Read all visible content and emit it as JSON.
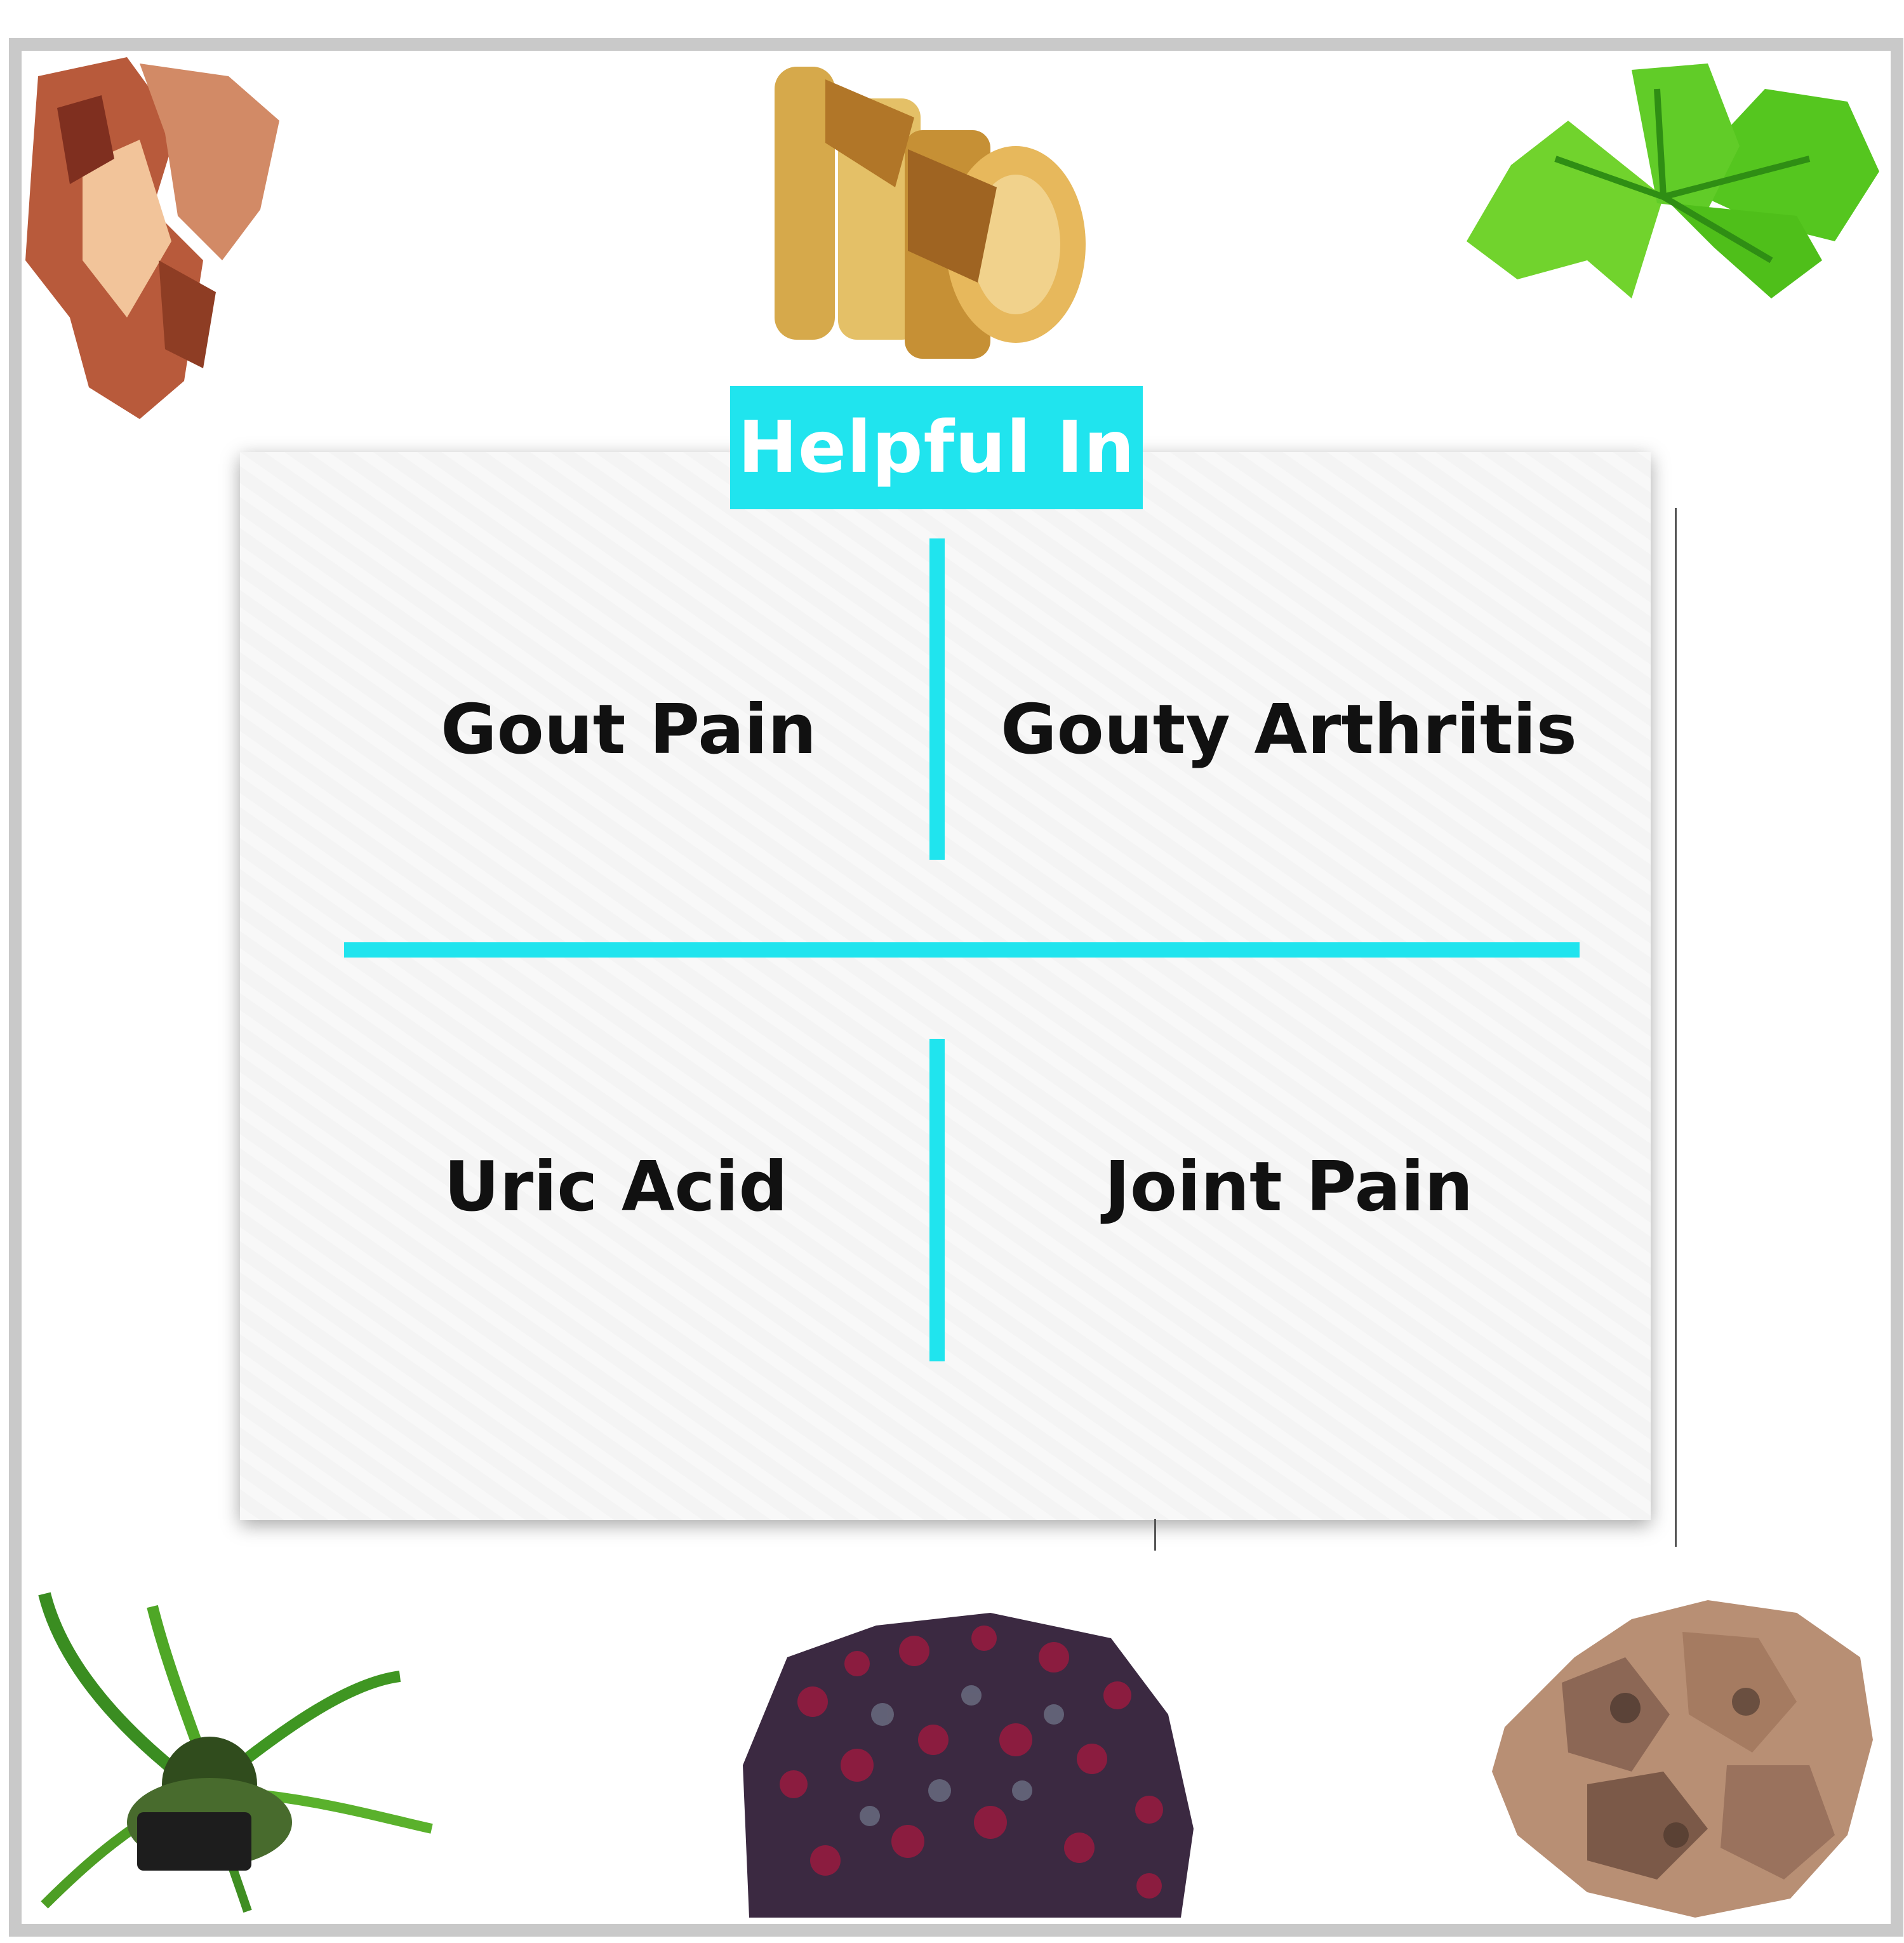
{
  "badge": {
    "title": "Helpful In"
  },
  "benefits": [
    {
      "label": "Gout Pain"
    },
    {
      "label": "Gouty Arthritis"
    },
    {
      "label": "Uric Acid"
    },
    {
      "label": "Joint Pain"
    }
  ],
  "icons": {
    "top_left": "bark-icon",
    "top_center": "licorice-root-icon",
    "top_right": "leaf-icon",
    "bottom_left": "plant-icon",
    "bottom_center": "seeds-icon",
    "bottom_right": "root-icon"
  },
  "colors": {
    "accent": "#20e4ee",
    "text": "#111111",
    "frame": "#c9c9c9"
  }
}
